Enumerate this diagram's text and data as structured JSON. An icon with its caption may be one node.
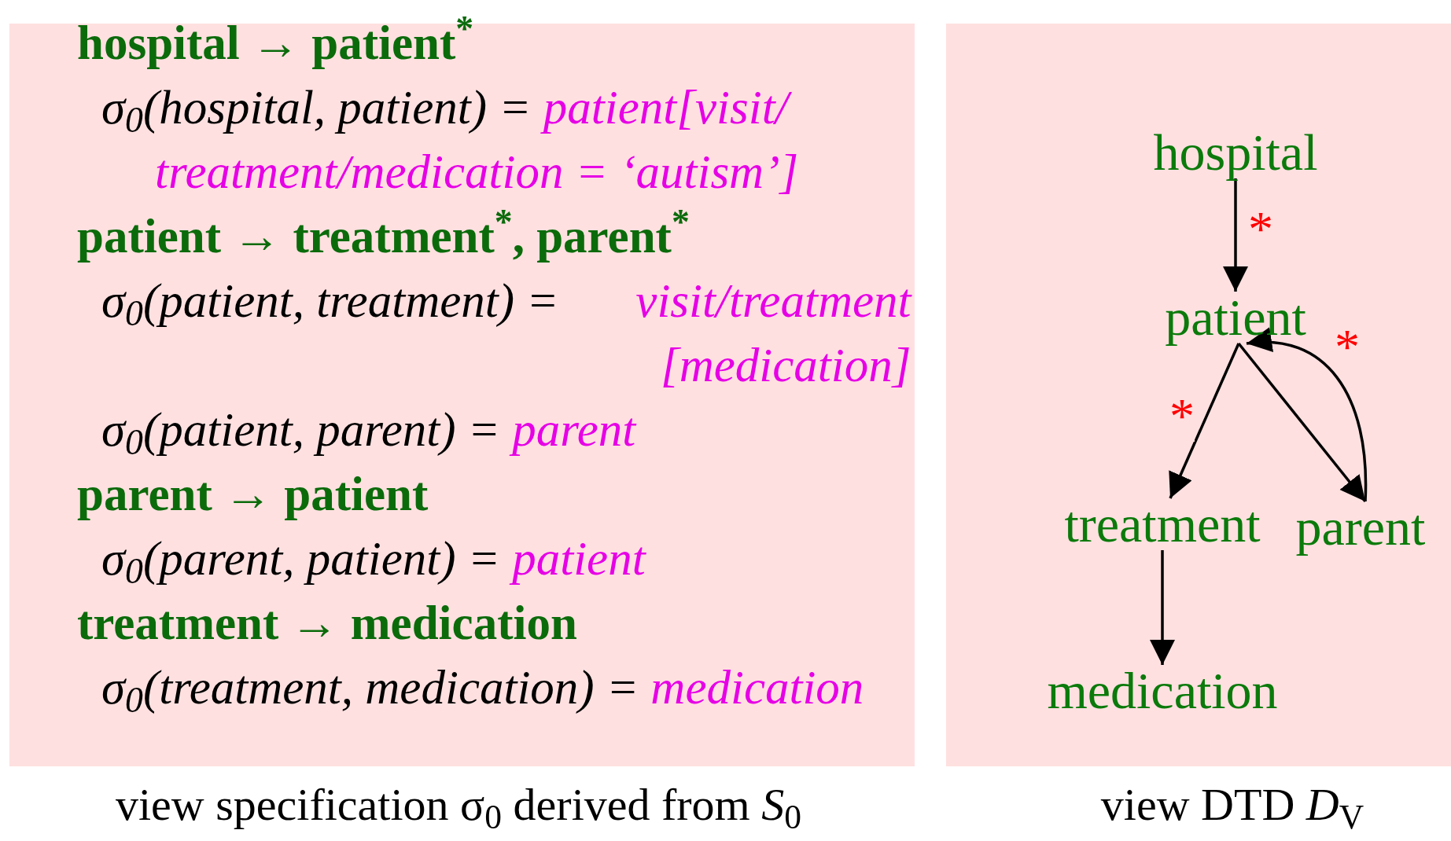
{
  "diagram": {
    "nodes": [
      {
        "text": [
          "hospital → patient$^{*}$",
          "σ$_{0}$(hospital, patient) =",
          "patient[visit/ treatment/medication = ‘autism’]",
          "patient → treatment$^{*}$, parent$^{*}$",
          "σ$_{0}$(patient, treatment) =",
          "visit/treatment [medication]",
          "σ$_{0}$(patient, parent) =",
          "parent",
          "parent → patient",
          "σ$_{0}$(parent, patient) =",
          "patient",
          "treatment → medication",
          "σ$_{0}$(treatment, medication) =",
          "medication"
        ],
        "beside": [
          "view specification σ$_{0}$ derived from *S*$_{0}$"
        ]
      },
      {
        "text": [],
        "shape": "box",
        "beside": [
          "view DTD *D*$_{V}$"
        ]
      },
      {
        "text": [
          "hospital"
        ],
        "in": 1
      },
      {
        "text": [
          "patient"
        ],
        "in": 1
      },
      {
        "text": [
          "treatment"
        ],
        "in": 1
      },
      {
        "text": [
          "parent"
        ],
        "in": 1
      },
      {
        "text": [
          "medication"
        ],
        "in": 1
      }
    ],
    "edges": [
      {
        "from": 2,
        "to": 3,
        "arrow": "to",
        "label": "*"
      },
      {
        "from": 3,
        "to": 4,
        "arrow": "to",
        "label": "*"
      },
      {
        "from": 3,
        "to": 5,
        "arrow": "to"
      },
      {
        "from": 5,
        "to": 3,
        "arrow": "to",
        "label": "*"
      },
      {
        "from": 4,
        "to": 6,
        "arrow": "to"
      }
    ]
  }
}
